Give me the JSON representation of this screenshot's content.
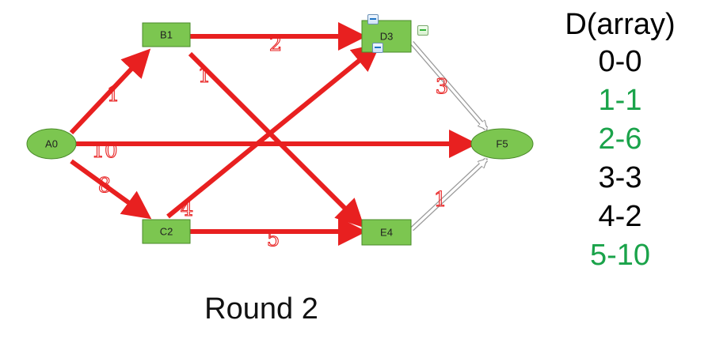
{
  "diagram": {
    "nodes": [
      {
        "id": "A0",
        "label": "A0",
        "shape": "ellipse"
      },
      {
        "id": "B1",
        "label": "B1",
        "shape": "rect"
      },
      {
        "id": "C2",
        "label": "C2",
        "shape": "rect"
      },
      {
        "id": "D3",
        "label": "D3",
        "shape": "rect"
      },
      {
        "id": "E4",
        "label": "E4",
        "shape": "rect"
      },
      {
        "id": "F5",
        "label": "F5",
        "shape": "ellipse"
      }
    ],
    "edges": [
      {
        "from": "A0",
        "to": "B1",
        "weight": "1",
        "style": "red"
      },
      {
        "from": "A0",
        "to": "C2",
        "weight": "8",
        "style": "red"
      },
      {
        "from": "A0",
        "to": "F5",
        "weight": "10",
        "style": "red"
      },
      {
        "from": "B1",
        "to": "D3",
        "weight": "2",
        "style": "red"
      },
      {
        "from": "B1",
        "to": "E4",
        "weight": "1",
        "style": "red"
      },
      {
        "from": "C2",
        "to": "D3",
        "weight": "4",
        "style": "red"
      },
      {
        "from": "C2",
        "to": "E4",
        "weight": "5",
        "style": "red"
      },
      {
        "from": "D3",
        "to": "F5",
        "weight": "3",
        "style": "outline"
      },
      {
        "from": "E4",
        "to": "F5",
        "weight": "1",
        "style": "outline"
      }
    ]
  },
  "d_array": {
    "title": "D(array)",
    "entries": [
      {
        "text": "0-0",
        "color": "#000000"
      },
      {
        "text": "1-1",
        "color": "#1aa34a"
      },
      {
        "text": "2-6",
        "color": "#1aa34a"
      },
      {
        "text": "3-3",
        "color": "#000000"
      },
      {
        "text": "4-2",
        "color": "#000000"
      },
      {
        "text": "5-10",
        "color": "#1aa34a"
      }
    ]
  },
  "caption": "Round 2",
  "colors": {
    "node_fill": "#7cc650",
    "node_stroke": "#4a8a2a",
    "edge_red": "#e82020",
    "edge_outline": "#9a9a9a"
  }
}
